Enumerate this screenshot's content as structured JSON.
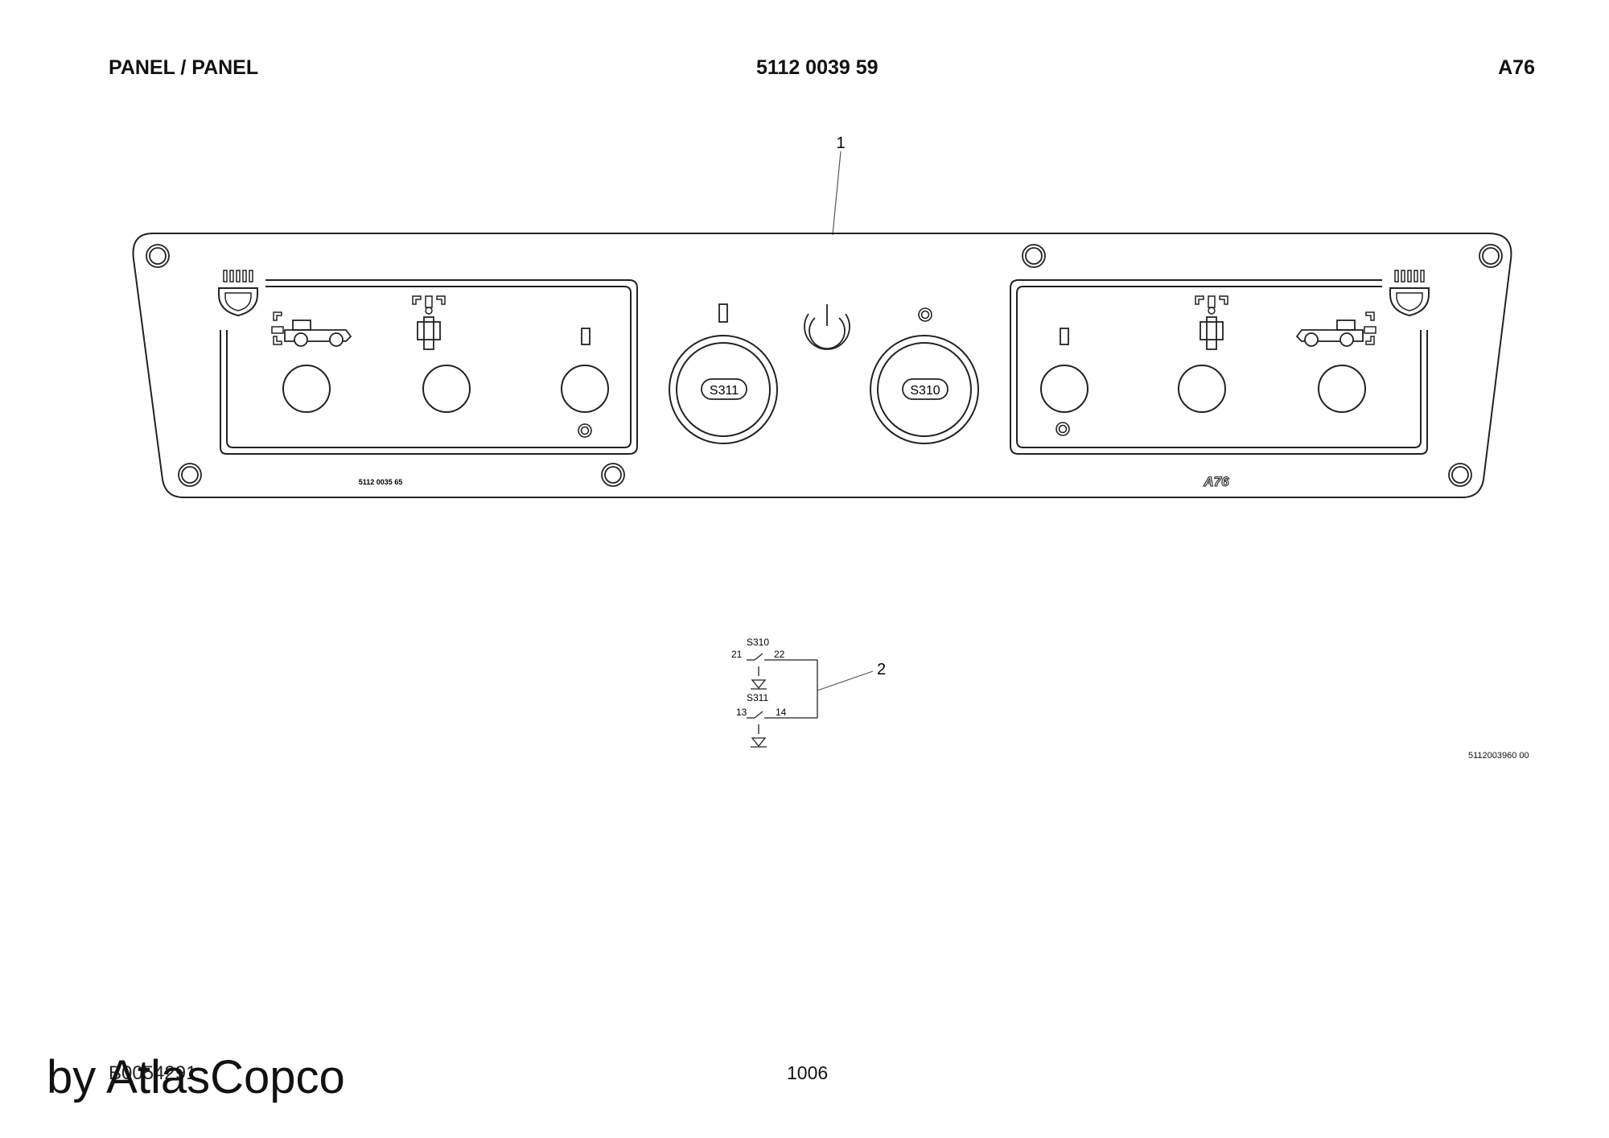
{
  "header": {
    "title": "PANEL / PANEL",
    "part_number": "5112 0039 59",
    "designation": "A76"
  },
  "callouts": {
    "panel": "1",
    "schematic": "2"
  },
  "panel": {
    "left_plate_code": "5112 0035 65",
    "right_plate_label": "A76",
    "key_switch_left": "S311",
    "key_switch_right": "S310",
    "icons": [
      "headlight-icon",
      "tramming-icon",
      "boom-light-icon",
      "indicator-lamp-icon",
      "power-icon",
      "key-icon"
    ]
  },
  "schematic": {
    "switch_a": "S310",
    "switch_a_term_in": "21",
    "switch_a_term_out": "22",
    "switch_b": "S311",
    "switch_b_term_in": "13",
    "switch_b_term_out": "14"
  },
  "footer": {
    "doc_code": "B0054291",
    "page": "1006",
    "watermark": "by AtlasCopco",
    "drawing_ref": "5112003960 00"
  }
}
